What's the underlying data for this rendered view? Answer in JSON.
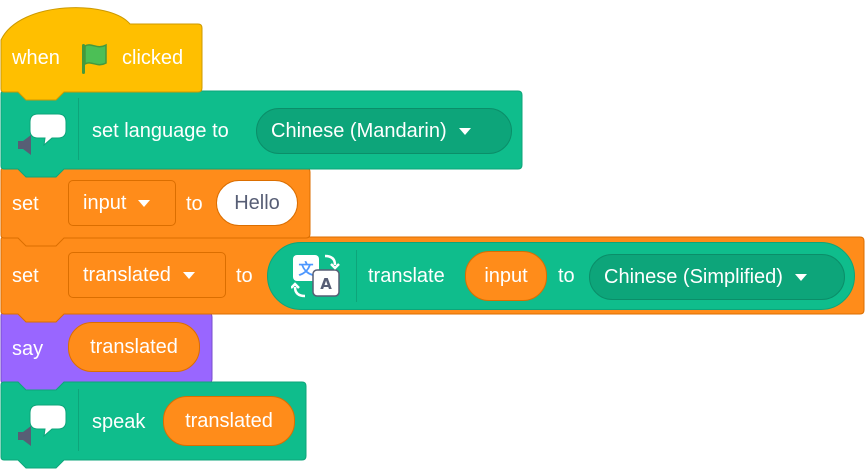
{
  "script": {
    "hat": {
      "when": "when",
      "clicked": "clicked",
      "icon": "green-flag-icon"
    },
    "set_language": {
      "icon": "text-to-speech-icon",
      "label": "set language to",
      "value": "Chinese (Mandarin)"
    },
    "set_input": {
      "set": "set",
      "variable": "input",
      "to": "to",
      "value": "Hello"
    },
    "set_translated": {
      "set": "set",
      "variable": "translated",
      "to": "to",
      "reporter": {
        "icon": "translate-icon",
        "translate": "translate",
        "text": "input",
        "to": "to",
        "language": "Chinese (Simplified)"
      }
    },
    "say": {
      "label": "say",
      "value": "translated"
    },
    "speak": {
      "icon": "text-to-speech-icon",
      "label": "speak",
      "value": "translated"
    }
  },
  "colors": {
    "events": "#FFBF00",
    "extension": "#0FBD8C",
    "extension_dark": "#0DA57A",
    "variables": "#FF8C1A",
    "variables_dark": "#DB6E00",
    "looks": "#9966FF",
    "looks_dark": "#774DCB"
  }
}
